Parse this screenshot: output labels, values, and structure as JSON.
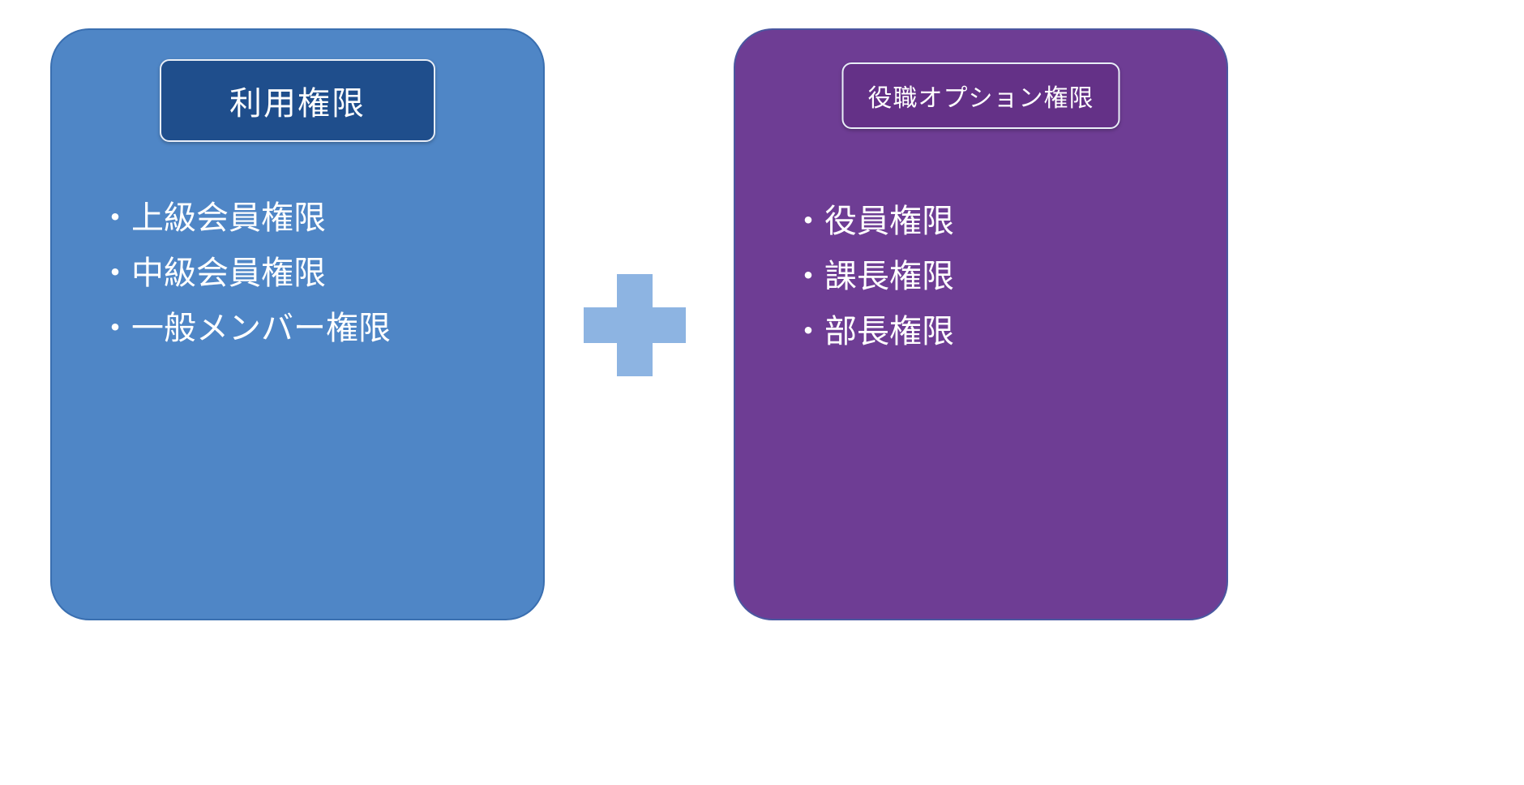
{
  "diagram": {
    "left_box": {
      "title": "利用権限",
      "items": [
        "・上級会員権限",
        "・中級会員権限",
        "・一般メンバー権限"
      ]
    },
    "right_box": {
      "title": "役職オプション権限",
      "items": [
        "・役員権限",
        "・課長権限",
        "・部長権限"
      ]
    },
    "plus_icon": "plus-icon"
  },
  "colors": {
    "left_box_bg": "#4f86c6",
    "left_box_border": "#3a6fb0",
    "left_badge_bg": "#1f4e8c",
    "badge_border": "#e8eef7",
    "right_box_bg": "#6e3d94",
    "right_box_border": "#4a57a0",
    "right_badge_bg": "#643187",
    "plus": "#8db4e2",
    "text": "#ffffff"
  }
}
